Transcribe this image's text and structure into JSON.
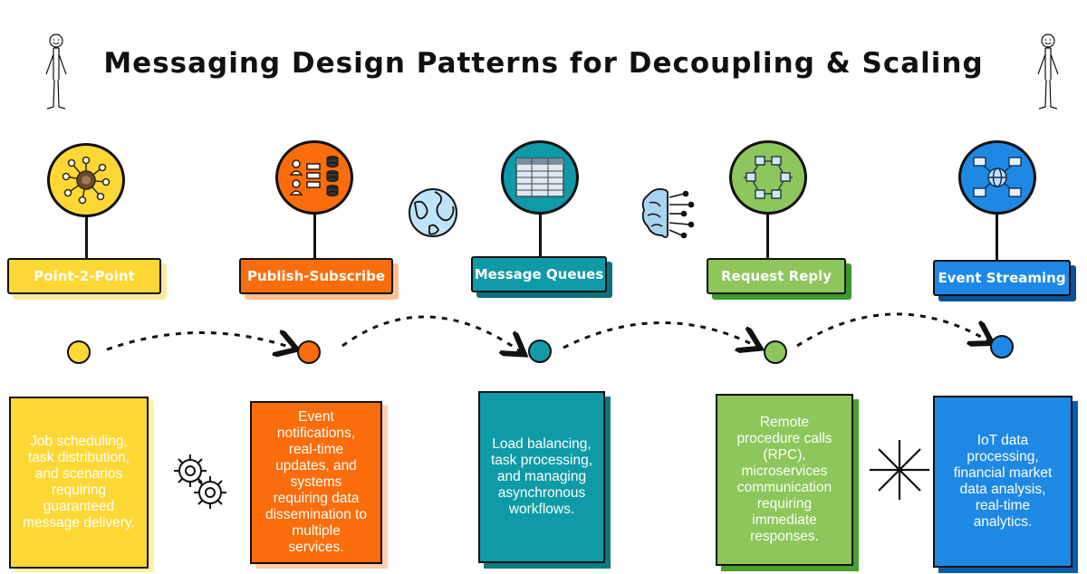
{
  "title": "Messaging Design Patterns for Decoupling & Scaling",
  "colors": {
    "yellow": "#fdd835",
    "orange": "#fb6d0a",
    "teal": "#0e9aa7",
    "green": "#8dc65a",
    "blue": "#1e88e5"
  },
  "patterns": [
    {
      "label": "Point-2-Point",
      "icon": "network-hub-icon",
      "description": "Job scheduling, task distribution, and scenarios requiring guaranteed message delivery."
    },
    {
      "label": "Publish-Subscribe",
      "icon": "pub-sub-icon",
      "description": "Event notifications, real-time updates, and systems requiring data dissemination to multiple services."
    },
    {
      "label": "Message Queues",
      "icon": "queue-table-icon",
      "description": "Load balancing, task processing, and managing asynchronous workflows."
    },
    {
      "label": "Request Reply",
      "icon": "node-graph-icon",
      "description": "Remote procedure calls (RPC), microservices communication requiring immediate responses."
    },
    {
      "label": "Event Streaming",
      "icon": "globe-network-icon",
      "description": "IoT data processing, financial market data analysis, real-time analytics."
    }
  ]
}
